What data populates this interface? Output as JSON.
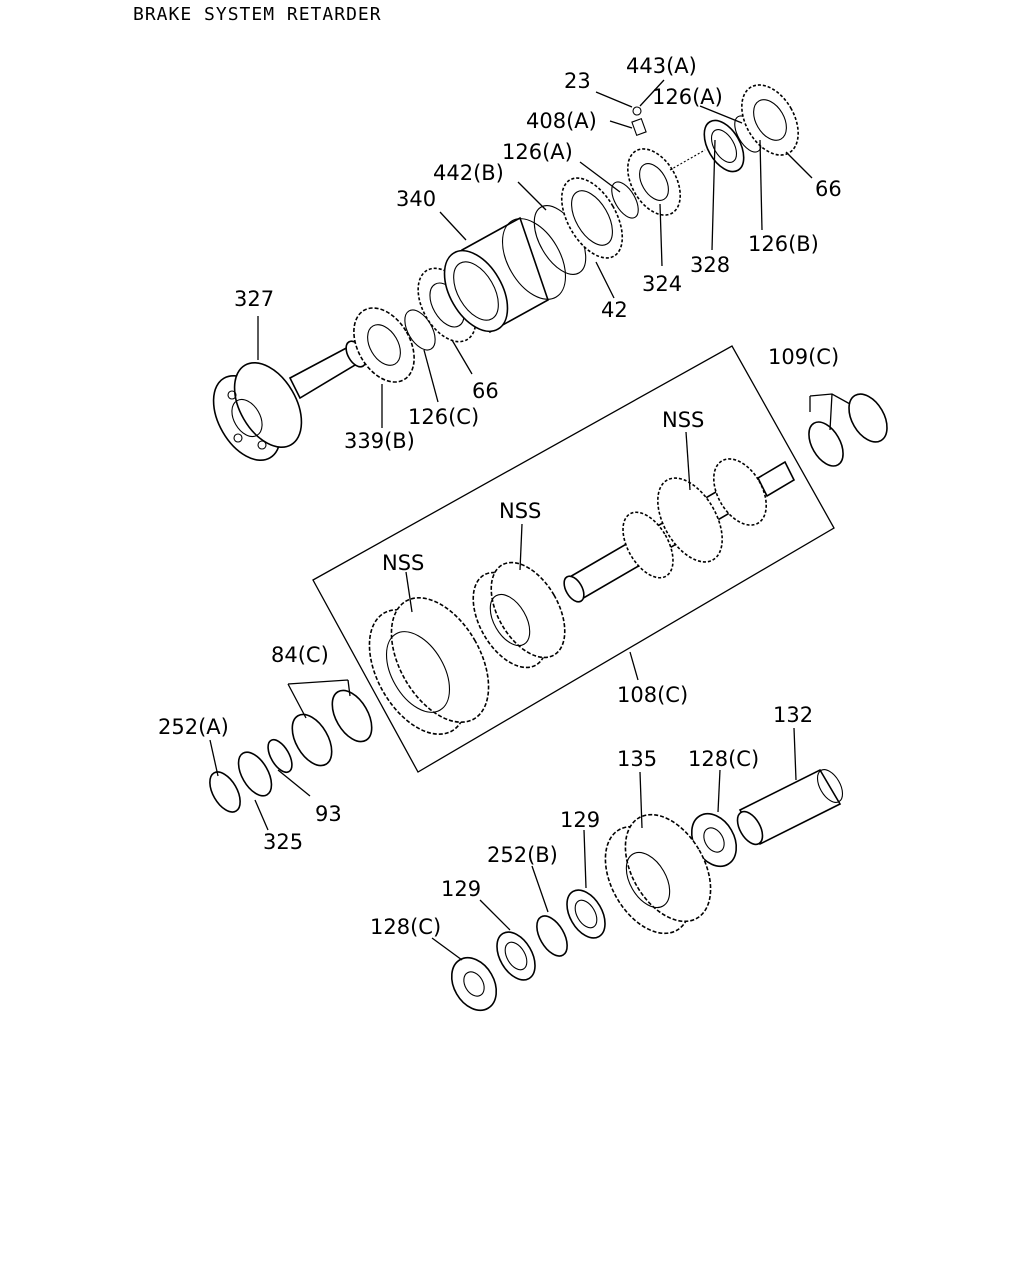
{
  "title": "BRAKE SYSTEM RETARDER",
  "labels": {
    "l23": "23",
    "l443a": "443(A)",
    "l126a_top": "126(A)",
    "l408a": "408(A)",
    "l126a_mid": "126(A)",
    "l442b": "442(B)",
    "l340": "340",
    "l66_top": "66",
    "l126b": "126(B)",
    "l328": "328",
    "l324": "324",
    "l42": "42",
    "l327": "327",
    "l66_mid": "66",
    "l126c": "126(C)",
    "l339b": "339(B)",
    "l109c": "109(C)",
    "nss1": "NSS",
    "nss2": "NSS",
    "nss3": "NSS",
    "l108c": "108(C)",
    "l84c": "84(C)",
    "l252a": "252(A)",
    "l93": "93",
    "l325": "325",
    "l132": "132",
    "l135": "135",
    "l128c_right": "128(C)",
    "l129_top": "129",
    "l252b": "252(B)",
    "l129_low": "129",
    "l128c_left": "128(C)"
  }
}
